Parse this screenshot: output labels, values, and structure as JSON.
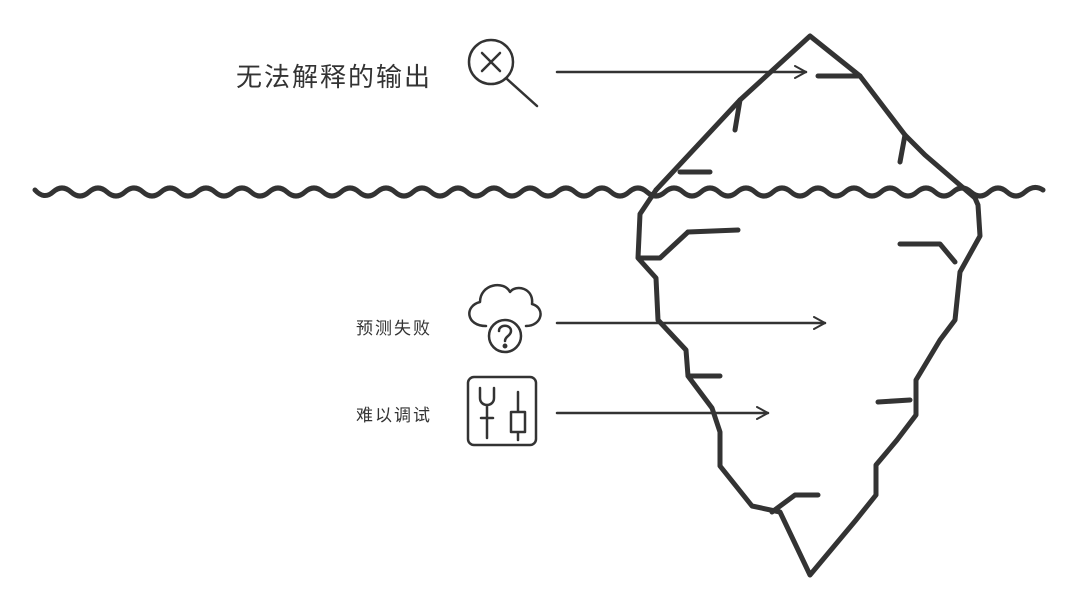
{
  "labels": {
    "above_water": "无法解释的输出",
    "below_water_1": "预测失败",
    "below_water_2": "难以调试"
  },
  "icons": {
    "above_water": "search-cross-icon",
    "below_water_1": "cloud-question-icon",
    "below_water_2": "tools-icon"
  },
  "colors": {
    "ink": "#333333",
    "background": "#ffffff"
  }
}
